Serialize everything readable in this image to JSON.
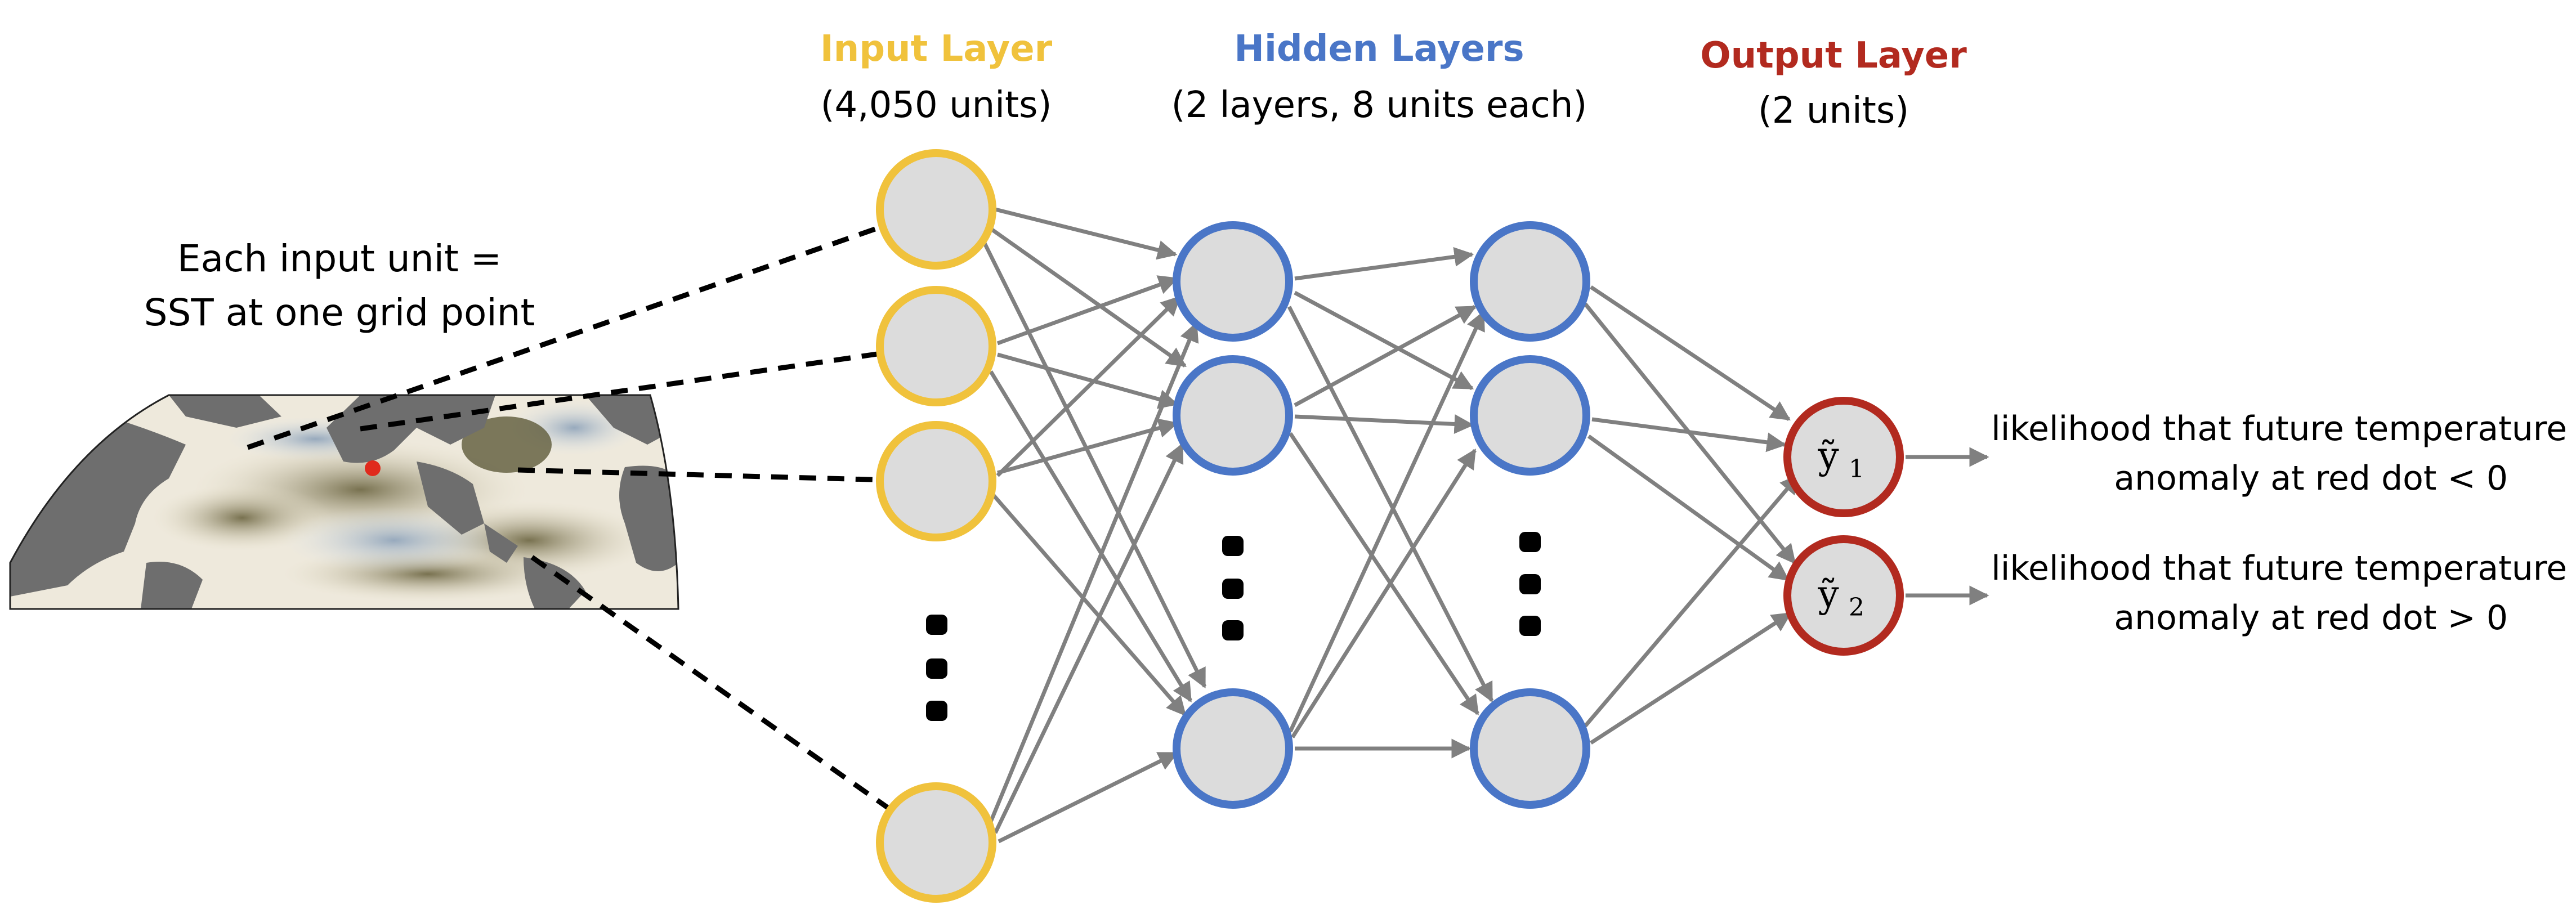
{
  "colors": {
    "input": "#f0c23c",
    "hidden": "#4a76c7",
    "output": "#b22a1f",
    "node_fill": "#dcdcdc",
    "edge": "#808080",
    "dash": "#000000",
    "red_dot": "#e02a1c"
  },
  "layers": {
    "input": {
      "title": "Input Layer",
      "subtitle": "(4,050 units)"
    },
    "hidden": {
      "title": "Hidden Layers",
      "subtitle": "(2 layers, 8 units each)"
    },
    "output": {
      "title": "Output Layer",
      "subtitle": "(2 units)"
    }
  },
  "input_note": {
    "line1": "Each input unit =",
    "line2": "SST at one grid point"
  },
  "outputs": [
    {
      "symbol": "ỹ",
      "index": "1",
      "line1": "likelihood that future temperature",
      "line2": "anomaly at red dot < 0"
    },
    {
      "symbol": "ỹ",
      "index": "2",
      "line1": "likelihood that future temperature",
      "line2": "anomaly at red dot > 0"
    }
  ],
  "map": {
    "description_icon": "world-sst-map"
  }
}
